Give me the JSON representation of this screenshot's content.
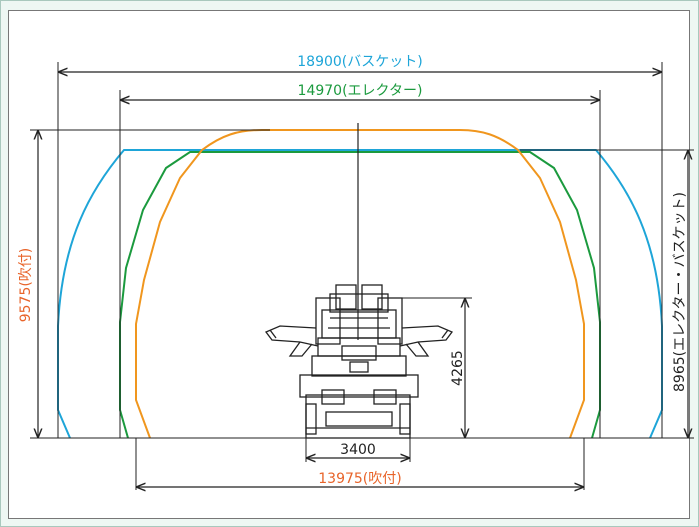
{
  "dimensions": {
    "basket_width": "18900(バスケット)",
    "erector_width": "14970(エレクター)",
    "spray_height": "9575(吹付)",
    "erector_basket_height": "8965(エレクター・バスケット)",
    "machine_height": "4265",
    "machine_width": "3400",
    "spray_width": "13975(吹付)"
  },
  "colors": {
    "basket": "#1ea5d8",
    "erector": "#1b9a3e",
    "spray": "#f0961e",
    "spray_label": "#e8642a",
    "basket_label": "#1ea5d8",
    "erector_label": "#1b9a3e",
    "line": "#222222"
  }
}
